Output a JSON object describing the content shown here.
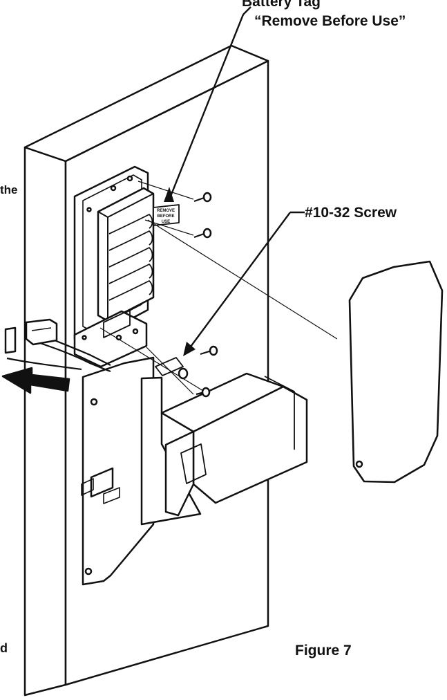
{
  "labels": {
    "battery_tag_title": "Battery Tag",
    "battery_tag_subtitle": "“Remove Before Use”",
    "screw_label": "#10-32 Screw",
    "figure_caption": "Figure 7",
    "left_fragment_top": "the",
    "left_fragment_bottom": "d"
  },
  "tag_text": {
    "line1": "REMOVE",
    "line2": "BEFORE",
    "line3": "USE"
  }
}
